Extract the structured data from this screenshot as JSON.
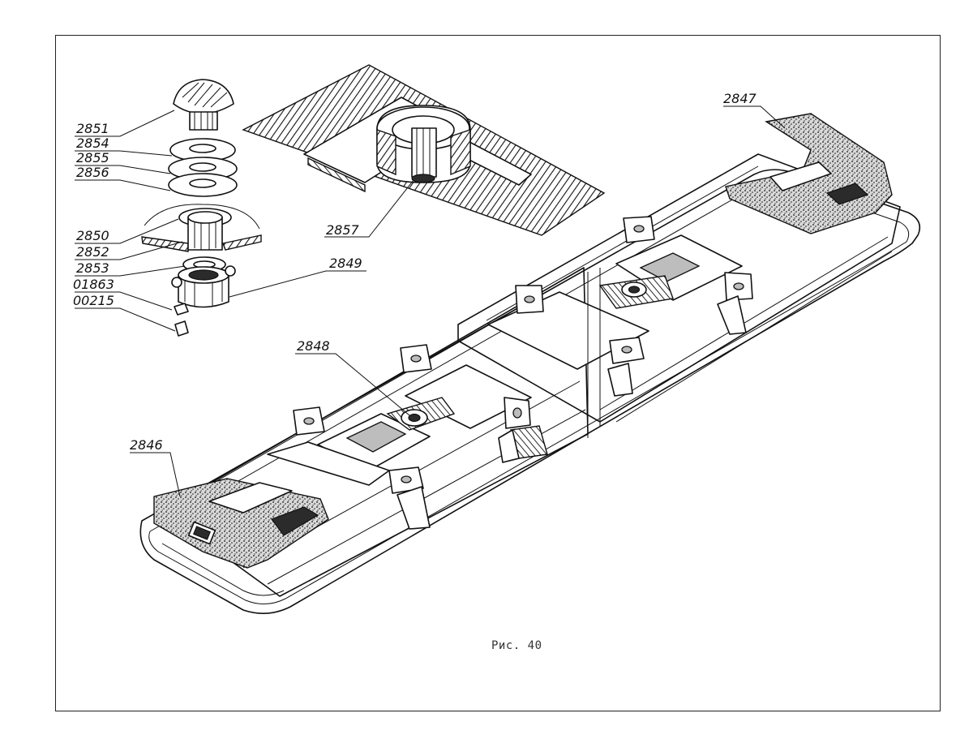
{
  "figure": {
    "caption": "Рис. 40"
  },
  "labels": {
    "l2851": "2851",
    "l2854": "2854",
    "l2855": "2855",
    "l2856": "2856",
    "l2850": "2850",
    "l2852": "2852",
    "l2853": "2853",
    "l2849": "2849",
    "l01863": "01863",
    "l00215": "00215",
    "l2857": "2857",
    "l2847": "2847",
    "l2848": "2848",
    "l2846": "2846"
  }
}
